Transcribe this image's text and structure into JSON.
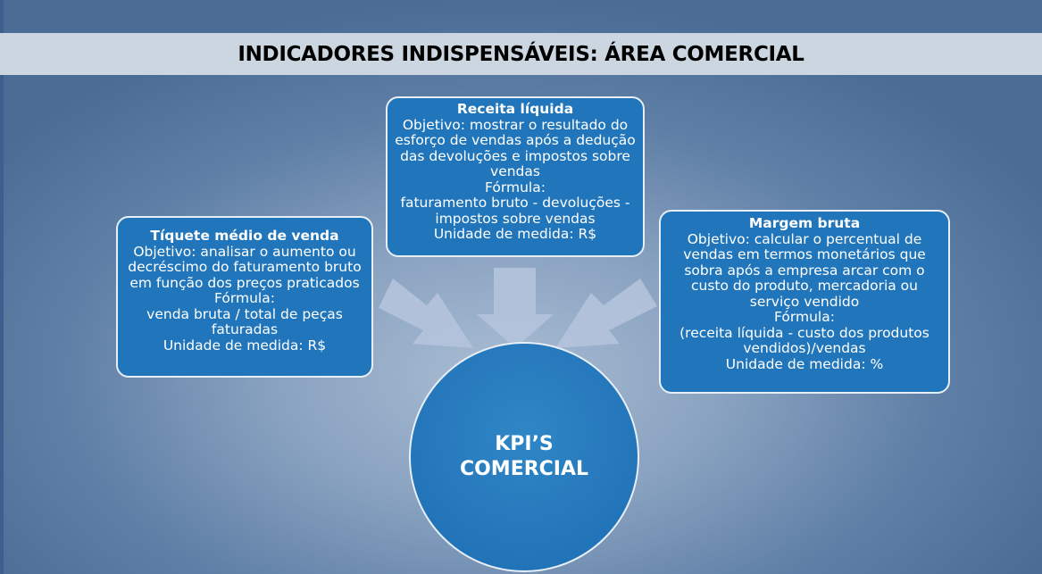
{
  "title": "INDICADORES INDISPENSÁVEIS: ÁREA COMERCIAL",
  "center": "KPI’S\nCOMERCIAL",
  "boxes": {
    "receita": {
      "title": "Receita líquida",
      "body": "Objetivo: mostrar o resultado do\nesforço de vendas após a dedução\ndas devoluções e impostos sobre\nvendas\nFórmula:\nfaturamento bruto - devoluções -\nimpostos sobre vendas\nUnidade de medida: R$"
    },
    "tiquete": {
      "title": "Tíquete médio de venda",
      "body": "Objetivo: analisar o aumento ou\ndecréscimo do faturamento bruto\nem função dos preços praticados\nFórmula:\nvenda bruta / total de peças\nfaturadas\nUnidade de medida: R$"
    },
    "margem": {
      "title": "Margem bruta",
      "body": "Objetivo: calcular o percentual de\nvendas em termos monetários que\nsobra após a empresa arcar com o\ncusto do produto, mercadoria ou\nserviço vendido\nFórmula:\n(receita líquida - custo dos produtos\nvendidos)/vendas\nUnidade de medida: %"
    }
  }
}
